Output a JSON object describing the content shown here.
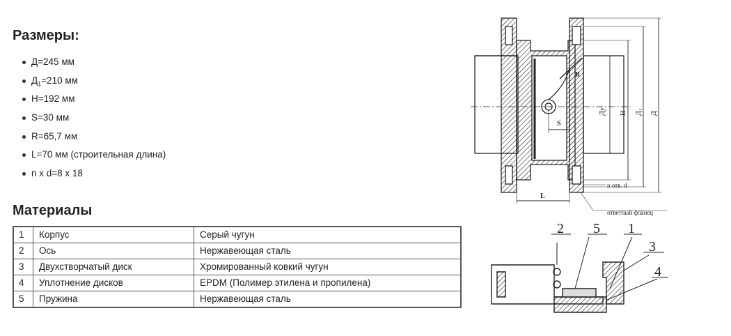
{
  "dimensions": {
    "title": "Размеры:",
    "items": [
      {
        "label": "Д",
        "sub": "",
        "value": "=245 мм"
      },
      {
        "label": "Д",
        "sub": "1",
        "value": "=210 мм"
      },
      {
        "label": "H",
        "sub": "",
        "value": "=192 мм"
      },
      {
        "label": "S",
        "sub": "",
        "value": "=30 мм"
      },
      {
        "label": "R",
        "sub": "",
        "value": "=65,7 мм"
      },
      {
        "label": "L",
        "sub": "",
        "value": "=70 мм (строительная длина)"
      },
      {
        "label": "n x d",
        "sub": "",
        "value": "=8 x 18"
      }
    ]
  },
  "materials": {
    "title": "Материалы",
    "rows": [
      {
        "num": "1",
        "name": "Корпус",
        "material": "Серый чугун"
      },
      {
        "num": "2",
        "name": "Ось",
        "material": "Нержавеющая сталь"
      },
      {
        "num": "3",
        "name": "Двухстворчатый диск",
        "material": "Хромированный ковкий чугун"
      },
      {
        "num": "4",
        "name": "Уплотнение дисков",
        "material": "EPDM (Полимер этилена и пропилена)"
      },
      {
        "num": "5",
        "name": "Пружина",
        "material": "Нержавеющая сталь"
      }
    ]
  },
  "drawing_top": {
    "labels": {
      "d": "Д",
      "d1": "Д₁",
      "h": "Н",
      "dy": "Ду",
      "s": "S",
      "r": "R",
      "l": "L",
      "holes": "n отв. d",
      "flange": "ответный фланец"
    }
  },
  "drawing_bottom": {
    "callouts": [
      "2",
      "5",
      "1",
      "3",
      "4"
    ]
  }
}
